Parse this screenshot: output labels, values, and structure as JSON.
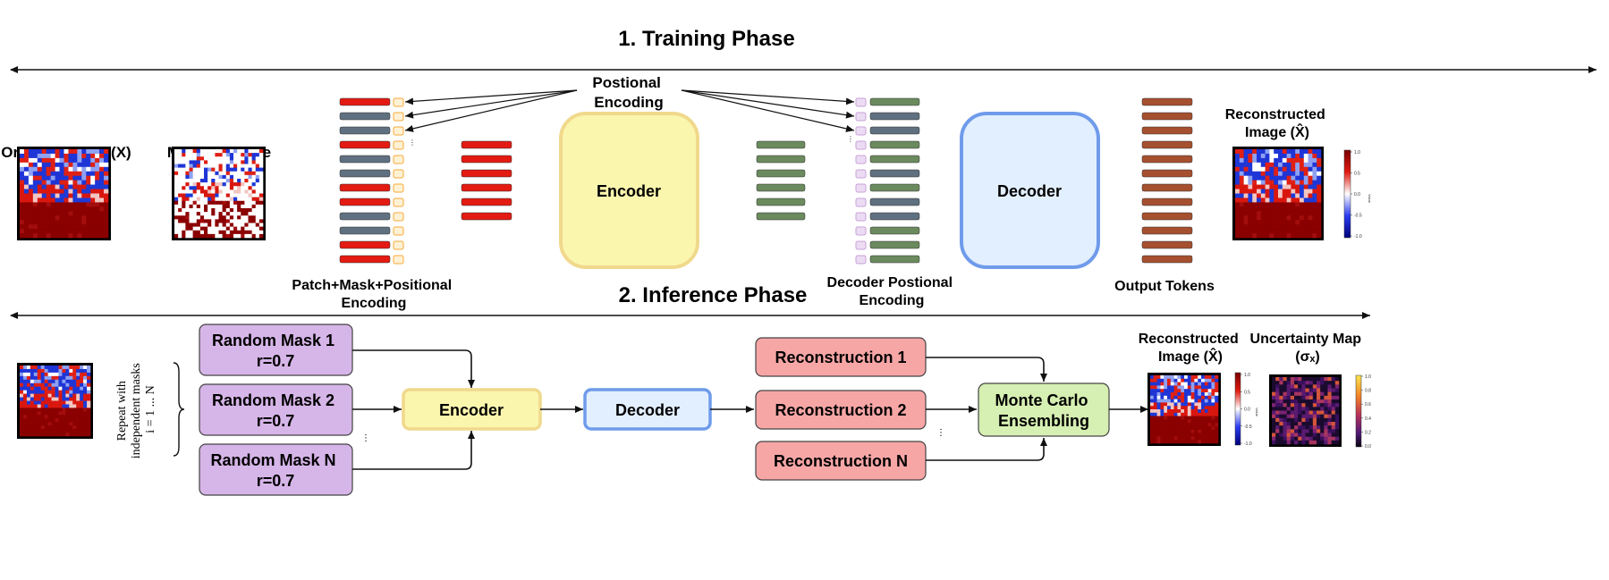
{
  "training": {
    "title": "1. Training  Phase",
    "positional_label_line1": "Postional",
    "positional_label_line2": "Encoding",
    "original_label": "Original Image (X)",
    "masked_label": "Masked Image",
    "patch_label_line1": "Patch+Mask+Positional",
    "patch_label_line2": "Encoding",
    "encoder_label": "Encoder",
    "decoder_label": "Decoder",
    "decoder_pos_line1": "Decoder Postional",
    "decoder_pos_line2": "Encoding",
    "output_tokens_label": "Output Tokens",
    "reconstructed_line1": "Reconstructed",
    "reconstructed_line2": "Image (X̂)",
    "colorbar_ticks": [
      "1.0",
      "0.5",
      "0.0",
      "-0.5",
      "-1.0"
    ],
    "colorbar_label": "Value"
  },
  "inference": {
    "title": "2. Inference Phase",
    "repeat_line1": "Repeat with",
    "repeat_line2": "independent masks",
    "repeat_line3": "i = 1 ... N",
    "mask1_line1": "Random Mask 1",
    "mask1_line2": "r=0.7",
    "mask2_line1": "Random Mask 2",
    "mask2_line2": "r=0.7",
    "maskN_line1": "Random Mask N",
    "maskN_line2": "r=0.7",
    "encoder_label": "Encoder",
    "decoder_label": "Decoder",
    "recon1_label": "Reconstruction 1",
    "recon2_label": "Reconstruction 2",
    "reconN_label": "Reconstruction N",
    "mc_line1": "Monte Carlo",
    "mc_line2": "Ensembling",
    "reconstructed_line1": "Reconstructed",
    "reconstructed_line2": "Image (X̂)",
    "uncertainty_line1": "Uncertainty Map",
    "uncertainty_line2": "(σₓ)",
    "colorbar_ticks": [
      "1.0",
      "0.5",
      "0.0",
      "-0.5",
      "-1.0"
    ],
    "unc_colorbar_ticks": [
      "1.0",
      "0.8",
      "0.6",
      "0.4",
      "0.2",
      "0.0"
    ],
    "colorbar_label": "Value"
  },
  "colors": {
    "token_red": "#e31b12",
    "token_gray": "#5f7080",
    "token_green": "#6b8a5e",
    "token_brown": "#a5502f",
    "pos_orange": "#f4a93a",
    "pos_purple": "#c9a2d8",
    "encoder_fill": "#fbf6ae",
    "encoder_stroke": "#f0d98c",
    "decoder_fill": "#e2efff",
    "decoder_stroke": "#6f9bea",
    "mask_fill": "#d6b5e8",
    "recon_fill": "#f7a6a6",
    "mc_fill": "#d6efb2"
  }
}
